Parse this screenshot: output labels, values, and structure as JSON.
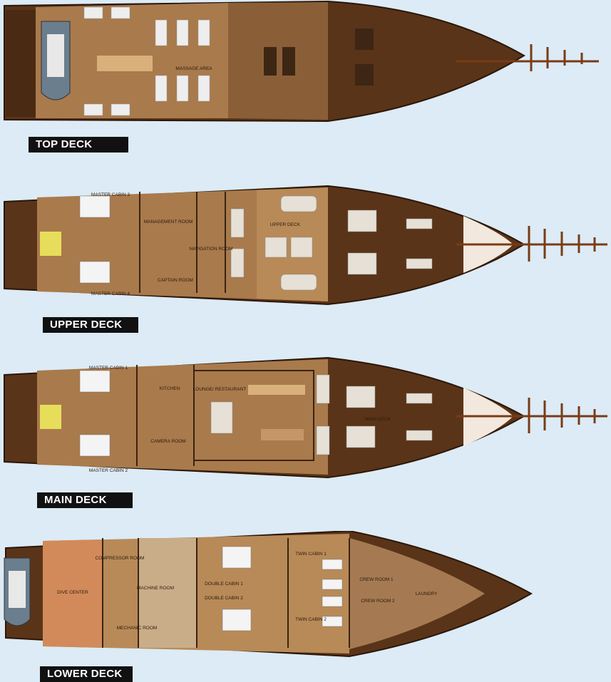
{
  "decks": {
    "top": {
      "label": "TOP DECK",
      "rooms": {
        "massage": "MASSAGE AREA"
      }
    },
    "upper": {
      "label": "UPPER DECK",
      "rooms": {
        "master3": "MASTER CABIN 3",
        "master4": "MASTER CABIN 4",
        "management": "MANAGEMENT ROOM",
        "navigation": "NAVIGATION ROOM",
        "captain": "CAPTAIN ROOM",
        "upperdeck": "UPPER DECK"
      }
    },
    "main": {
      "label": "MAIN DECK",
      "rooms": {
        "master1": "MASTER CABIN 1",
        "master2": "MASTER CABIN 2",
        "kitchen": "KITCHEN",
        "camera": "CAMERA ROOM",
        "lounge": "LOUNGE/ RESTAURANT",
        "maindeck": "MAIN DECK"
      }
    },
    "lower": {
      "label": "LOWER DECK",
      "rooms": {
        "dive": "DIVE CENTER",
        "compressor": "COMPRESSOR ROOM",
        "machine": "MACHINE ROOM",
        "mechanic": "MECHANIC ROOM",
        "double1": "DOUBLE CABIN 1",
        "double2": "DOUBLE CABIN 2",
        "twin1": "TWIN CABIN 1",
        "twin2": "TWIN CABIN 2",
        "crew1": "CREW ROOM 1",
        "crew2": "CREW ROOM 2",
        "laundry": "LAUNDRY"
      }
    }
  }
}
